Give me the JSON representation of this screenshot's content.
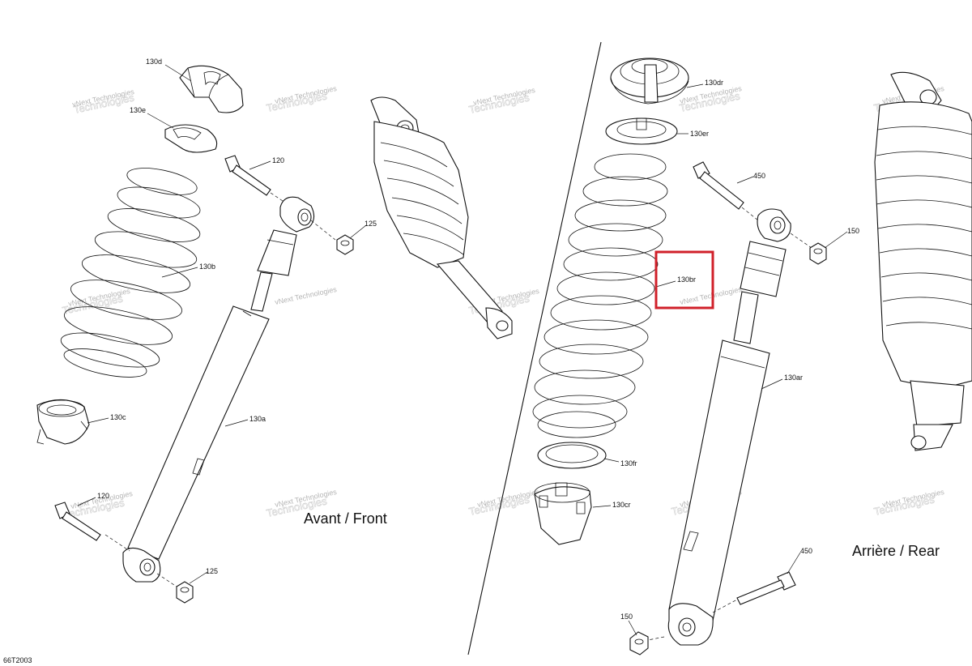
{
  "section_labels": {
    "front": "Avant / Front",
    "rear": "Arrière / Rear"
  },
  "footer_code": "66T2003",
  "watermark": {
    "brand": "vNext",
    "line": "vNext Technologies",
    "sub": "Technologies"
  },
  "callouts": {
    "c130d": "130d",
    "c130e": "130e",
    "c120a": "120",
    "c125a": "125",
    "c130b": "130b",
    "c130c": "130c",
    "c130a": "130a",
    "c120b": "120",
    "c125b": "125",
    "c130dr": "130dr",
    "c130er": "130er",
    "c450a": "450",
    "c150a": "150",
    "c130br": "130br",
    "c130ar": "130ar",
    "c130fr": "130fr",
    "c130cr": "130cr",
    "c450b": "450",
    "c150b": "150"
  },
  "highlight_color": "#d0202a"
}
